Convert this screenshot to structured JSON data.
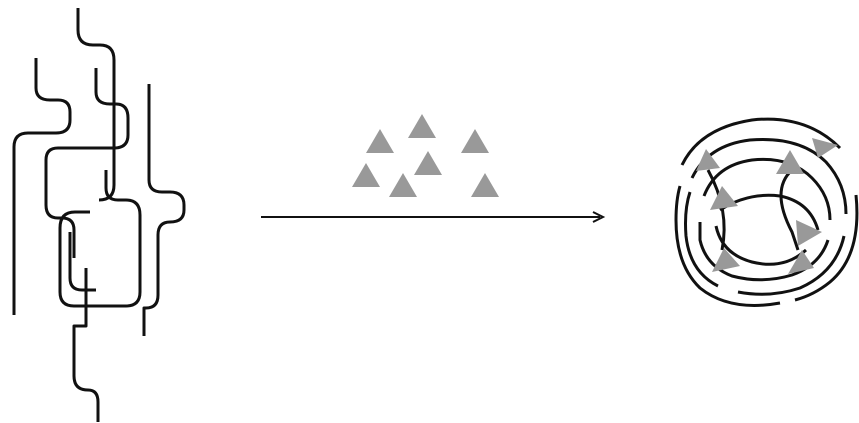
{
  "diagram": {
    "panels": {
      "left": {
        "id": "loose-fibers"
      },
      "middle": {
        "id": "free-particles"
      },
      "right": {
        "id": "bundled-structure"
      }
    },
    "colors": {
      "line": "#111111",
      "particle": "#999999",
      "background": "#ffffff"
    }
  }
}
